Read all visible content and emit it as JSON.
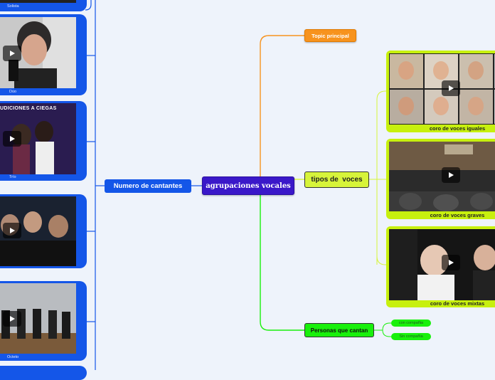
{
  "central": {
    "label": "agrupaciones vocales"
  },
  "left_branch": {
    "label": "Numero de cantantes",
    "videos": [
      {
        "caption": "Solista"
      },
      {
        "caption": "Dúo"
      },
      {
        "caption": "Trío",
        "overlay_text": "UDICIONES A CIEGAS"
      },
      {
        "caption": ""
      },
      {
        "caption": "Octeto"
      }
    ]
  },
  "right_branches": {
    "topic_principal": {
      "label": "Topic principal"
    },
    "tipos_de_voces": {
      "label": "tipos de  voces",
      "videos": [
        {
          "caption": "coro de voces iguales"
        },
        {
          "caption": "coro de voces graves"
        },
        {
          "caption": "coro de voces mixtas"
        }
      ]
    },
    "personas_que_cantan": {
      "label": "Personas que cantan",
      "children": [
        {
          "label": "con compañia"
        },
        {
          "label": "Sin compañia"
        }
      ]
    }
  },
  "colors": {
    "background": "#eef3fb",
    "central": "#3a18c9",
    "blue": "#1456e8",
    "orange": "#f7931e",
    "yellow_green": "#c7f00e",
    "green": "#19f00c"
  },
  "icons": [
    "play-icon"
  ]
}
